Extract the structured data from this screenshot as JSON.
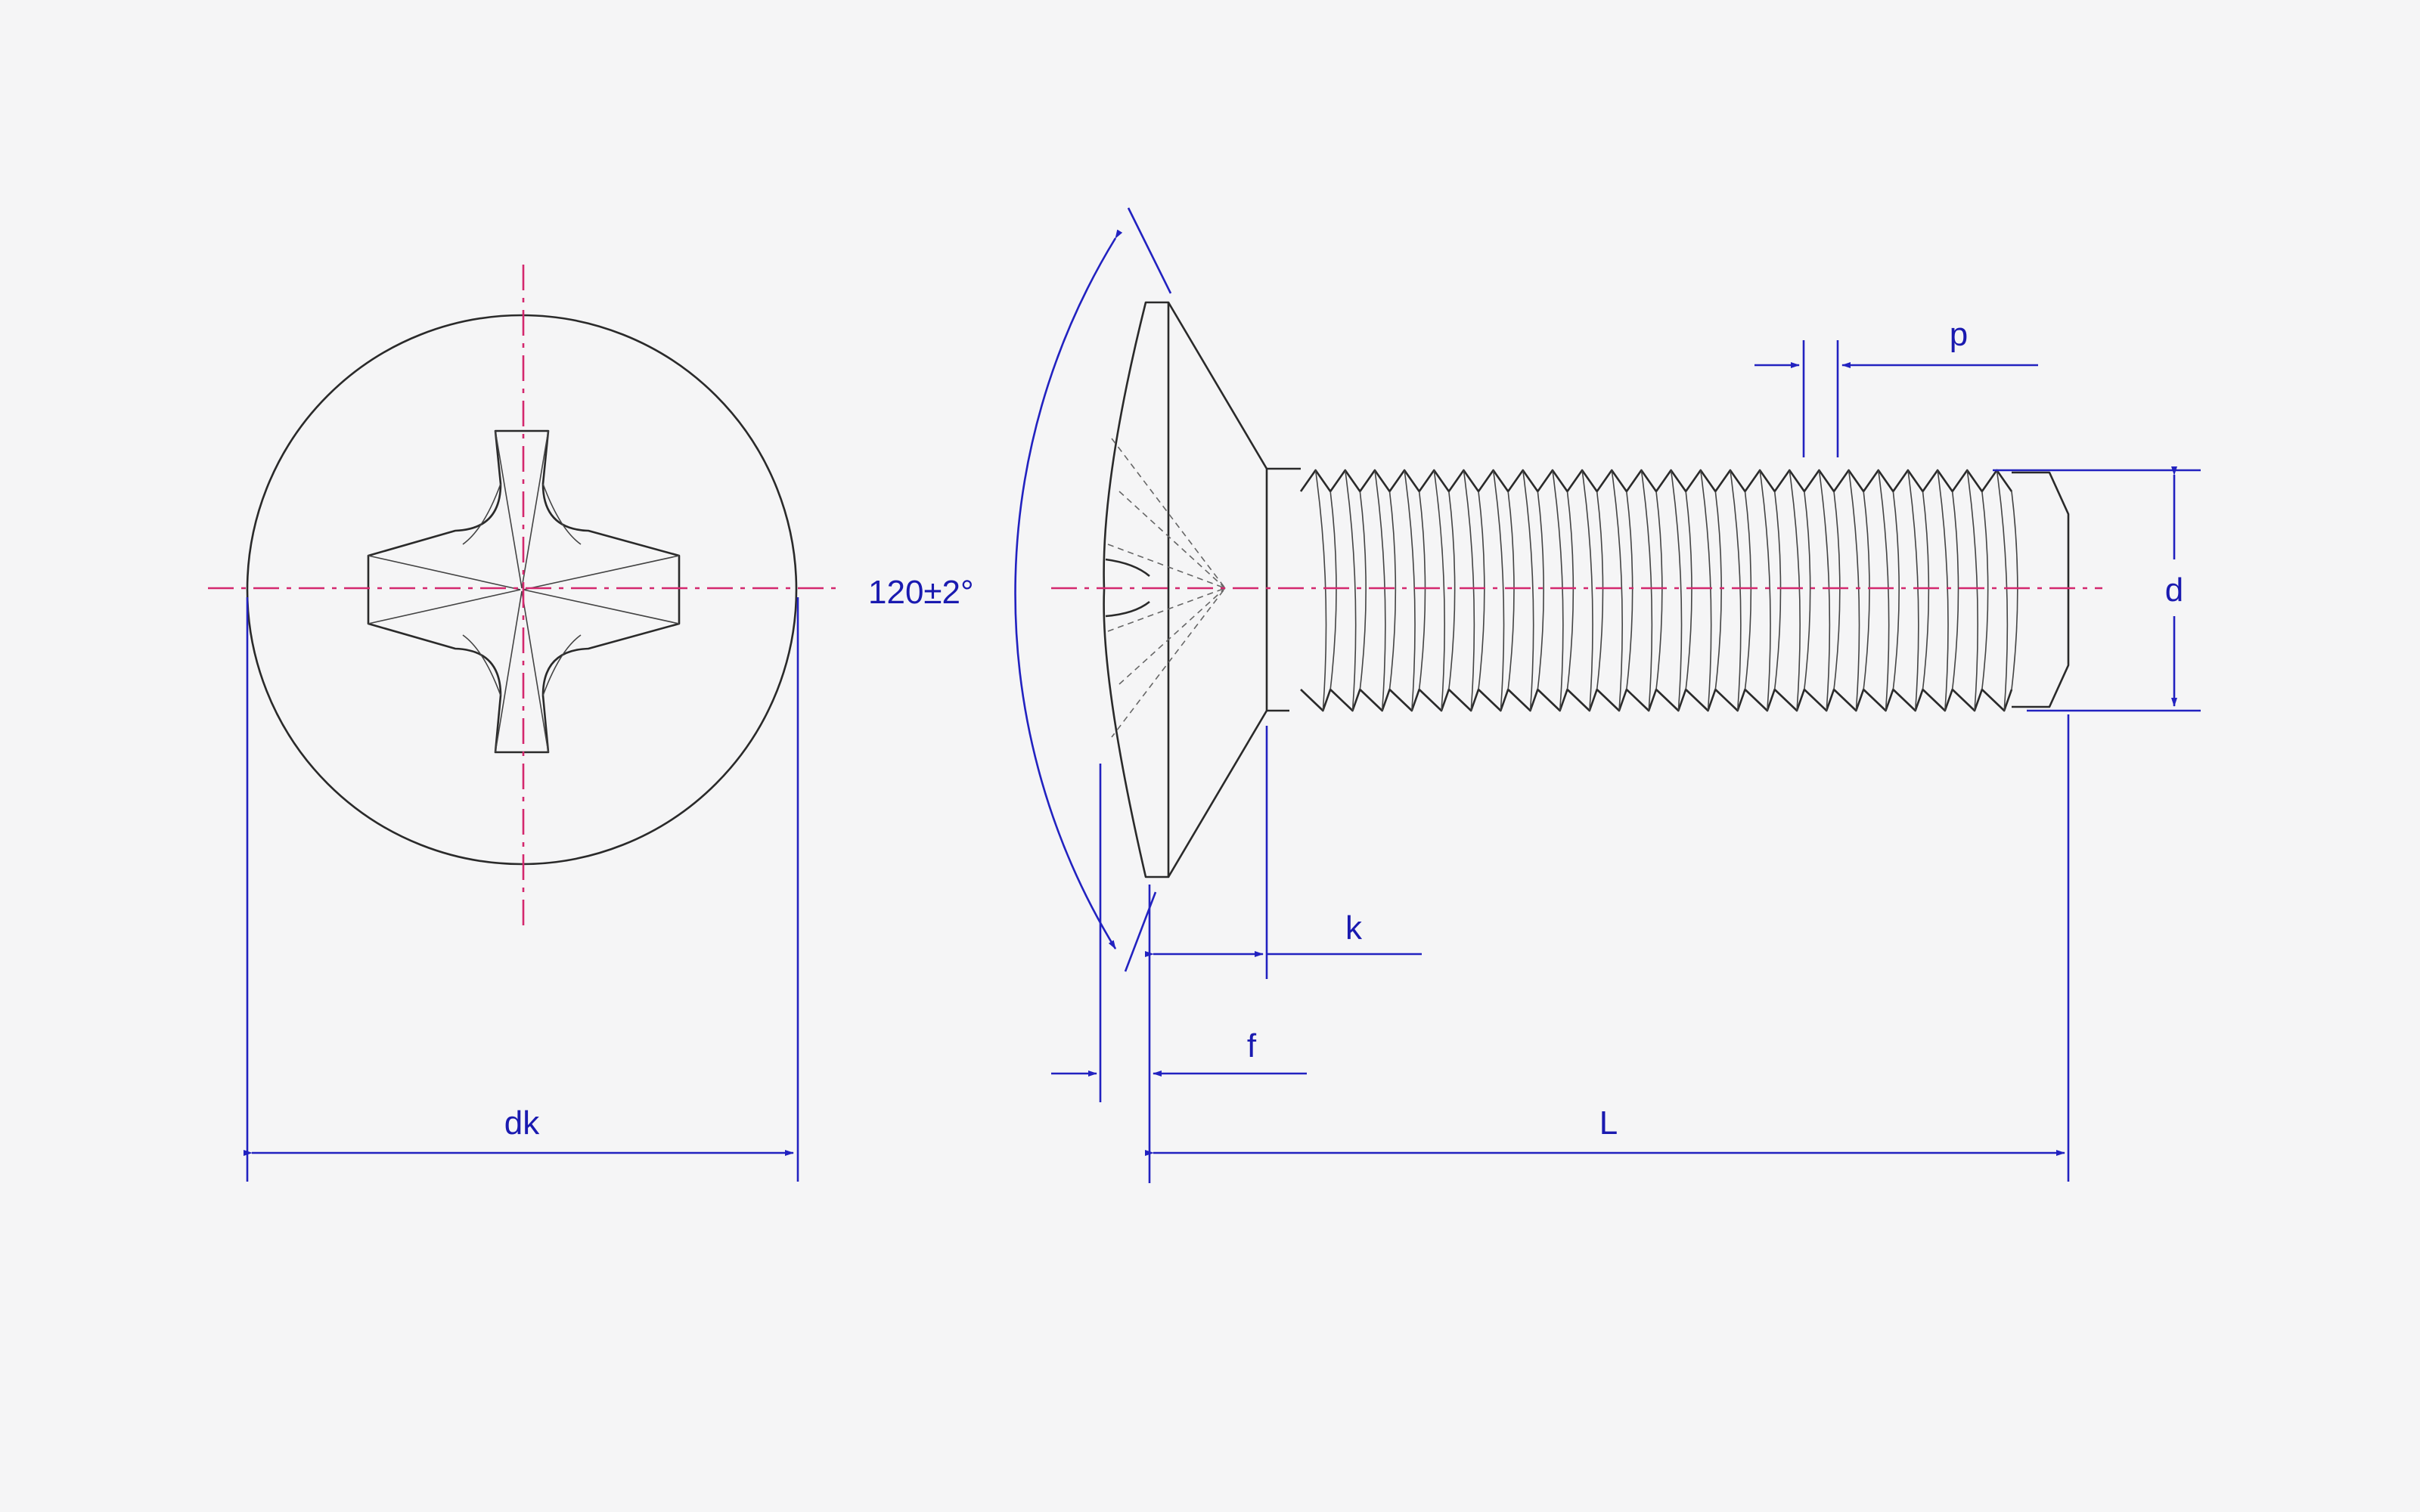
{
  "labels": {
    "head_diameter": "dk",
    "countersink_angle": "120±2°",
    "head_height": "k",
    "raised_height": "f",
    "length": "L",
    "pitch": "p",
    "thread_diameter": "d"
  },
  "colors": {
    "outline": "#2a2a2a",
    "dimension": "#2222c0",
    "centerline": "#d4286e",
    "background": "#f5f5f6"
  },
  "thread": {
    "crest_count": 24
  }
}
